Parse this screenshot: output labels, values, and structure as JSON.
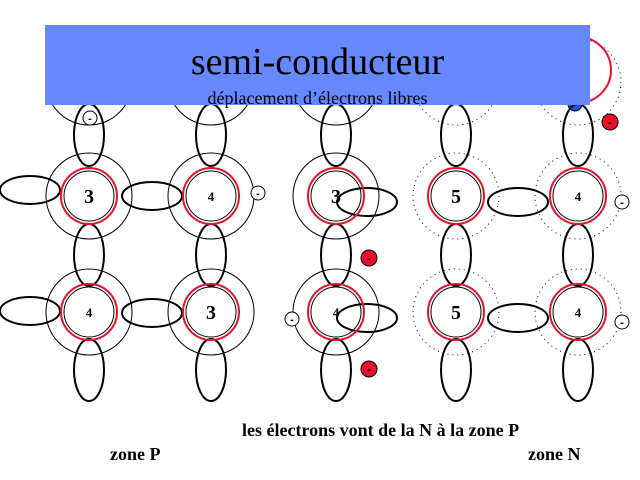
{
  "header": {
    "title": "semi-conducteur",
    "subtitle": "déplacement d’électrons libres"
  },
  "captions": {
    "flow": "les électrons vont de la N à la zone P",
    "zone_p": "zone P",
    "zone_n": "zone N"
  },
  "colors": {
    "banner": "#6688ff",
    "nucleus_ring": "#e8102a",
    "free_electron": "#e8102a",
    "hole_electron": "#2255dd",
    "line": "#000000"
  },
  "electron_symbol": "-",
  "atoms": [
    {
      "label": "3",
      "zone": "P",
      "shell": "solid",
      "row": 0,
      "col": 0
    },
    {
      "label": "4",
      "zone": "P",
      "shell": "solid",
      "row": 0,
      "col": 1
    },
    {
      "label": "3",
      "zone": "P",
      "shell": "solid",
      "row": 0,
      "col": 2
    },
    {
      "label": "5",
      "zone": "N",
      "shell": "dotted",
      "row": 0,
      "col": 3
    },
    {
      "label": "4",
      "zone": "N",
      "shell": "dotted",
      "row": 0,
      "col": 4
    },
    {
      "label": "4",
      "zone": "P",
      "shell": "solid",
      "row": 1,
      "col": 0
    },
    {
      "label": "3",
      "zone": "P",
      "shell": "solid",
      "row": 1,
      "col": 1
    },
    {
      "label": "4",
      "zone": "P",
      "shell": "solid",
      "row": 1,
      "col": 2
    },
    {
      "label": "5",
      "zone": "N",
      "shell": "dotted",
      "row": 1,
      "col": 3
    },
    {
      "label": "4",
      "zone": "N",
      "shell": "dotted",
      "row": 1,
      "col": 4
    }
  ]
}
